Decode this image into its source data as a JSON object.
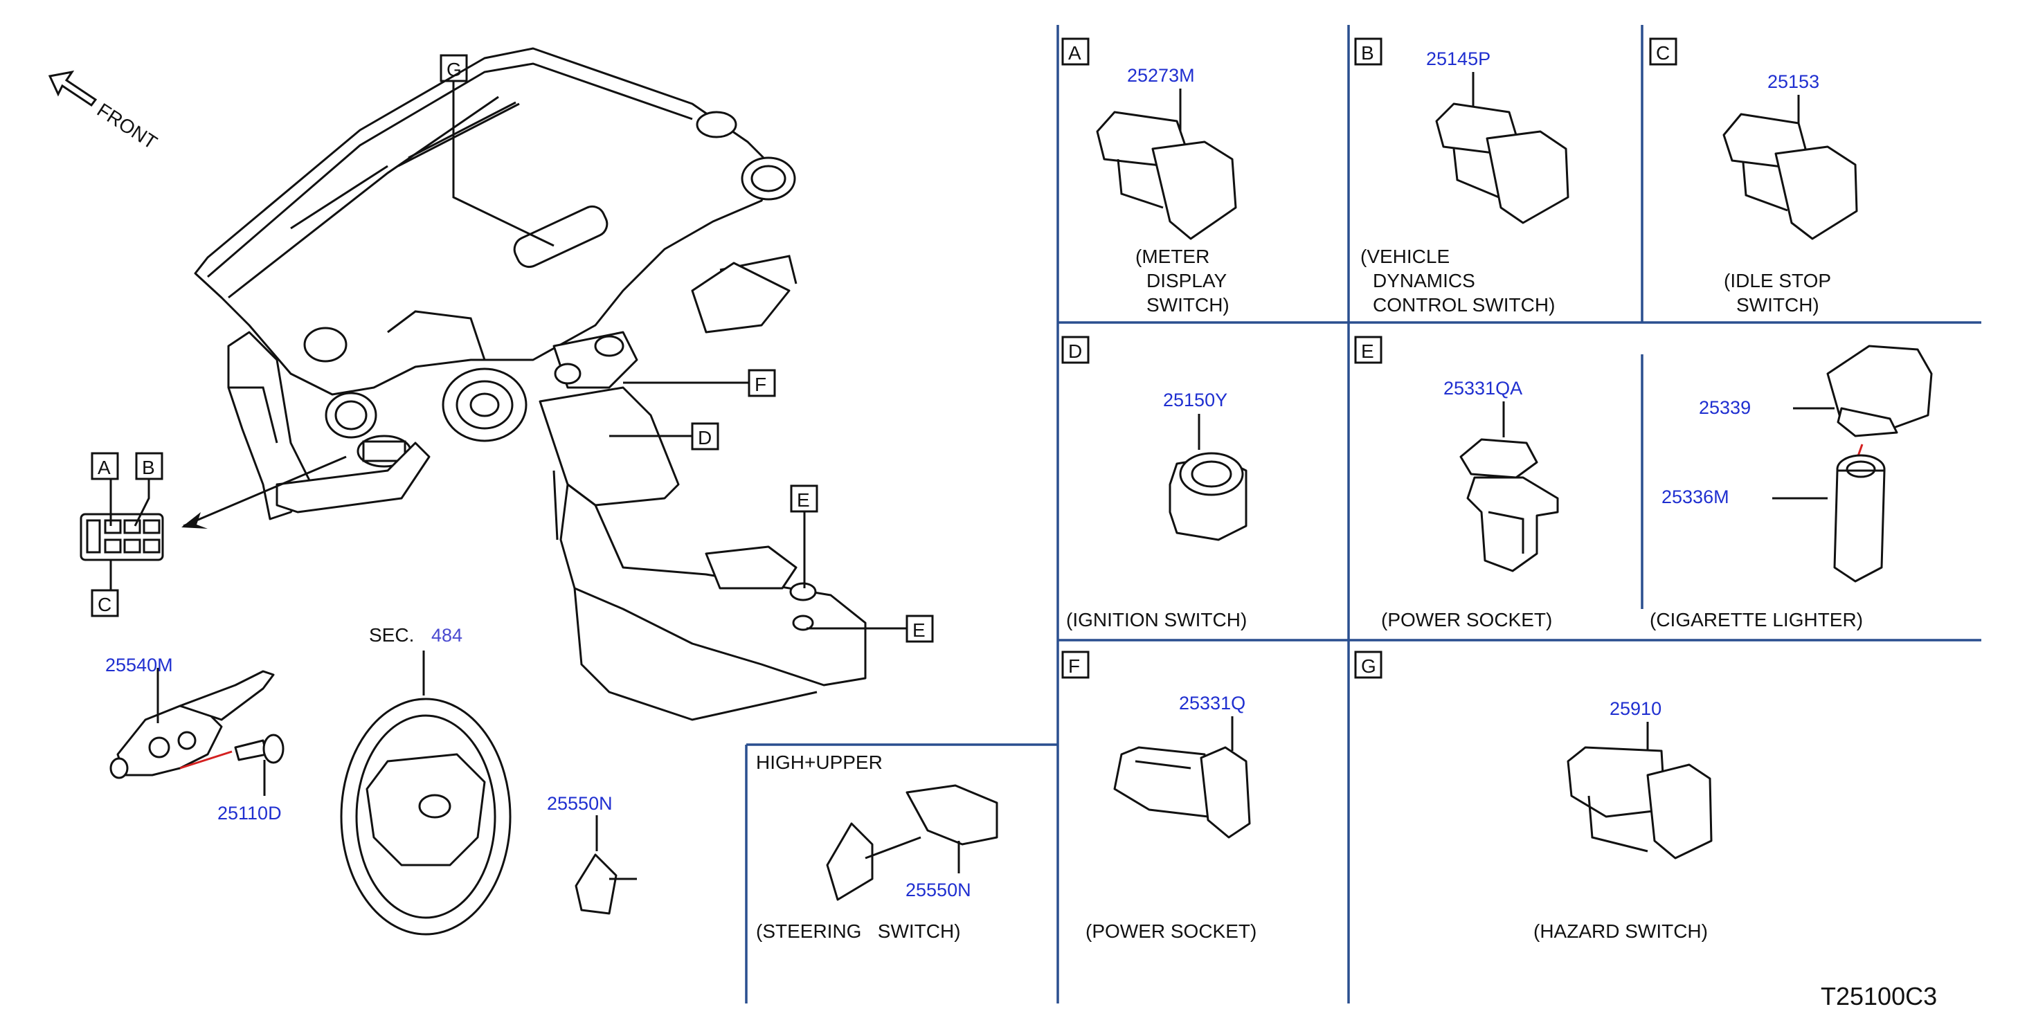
{
  "front_label": "FRONT",
  "sec_label": "SEC.",
  "sec_number": "484",
  "drawing_code": "T25100C3",
  "left_callouts": {
    "G": "G",
    "F": "F",
    "D": "D",
    "E1": "E",
    "E2": "E",
    "A": "A",
    "B": "B",
    "C": "C"
  },
  "left_parts": {
    "combo_switch": "25540M",
    "screw": "25110D",
    "steering_switch_lower": "25550N"
  },
  "high_upper": {
    "title": "HIGH+UPPER",
    "part": "25550N",
    "caption": "(STEERING   SWITCH)"
  },
  "panels": {
    "A": {
      "letter": "A",
      "part": "25273M",
      "caption": [
        "(METER",
        "DISPLAY",
        "SWITCH)"
      ]
    },
    "B": {
      "letter": "B",
      "part": "25145P",
      "caption": [
        "(VEHICLE",
        "DYNAMICS",
        "CONTROL   SWITCH)"
      ]
    },
    "C": {
      "letter": "C",
      "part": "25153",
      "caption": [
        "(IDLE   STOP",
        "SWITCH)"
      ]
    },
    "D": {
      "letter": "D",
      "part": "25150Y",
      "caption": [
        "(IGNITION   SWITCH)"
      ]
    },
    "E": {
      "letter": "E",
      "part": "25331QA",
      "caption": [
        "(POWER   SOCKET)"
      ]
    },
    "E_lighter": {
      "part_cap": "25339",
      "part_body": "25336M",
      "caption": [
        "(CIGARETTE   LIGHTER)"
      ]
    },
    "F": {
      "letter": "F",
      "part": "25331Q",
      "caption": [
        "(POWER   SOCKET)"
      ]
    },
    "G": {
      "letter": "G",
      "part": "25910",
      "caption": [
        "(HAZARD   SWITCH)"
      ]
    }
  },
  "colors": {
    "part_number": "#1f2fd0",
    "separator": "#2a4f8f",
    "leader_red": "#d42020"
  }
}
